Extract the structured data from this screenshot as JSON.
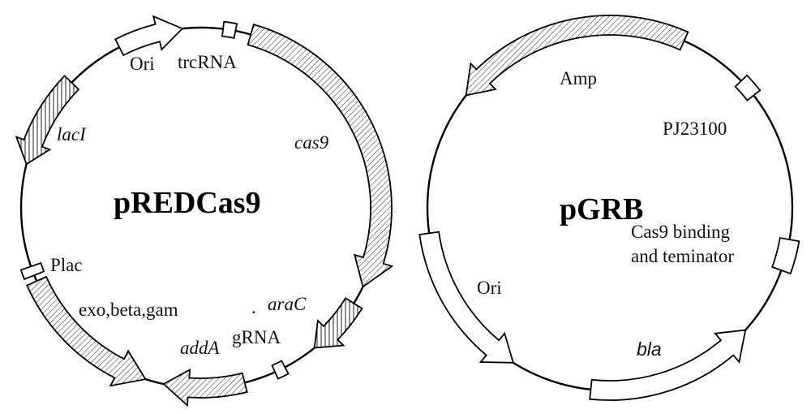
{
  "plasmids": [
    {
      "name": "pREDCas9",
      "labels": {
        "ori": "Ori",
        "trcrna": "trcRNA",
        "laci": "lacI",
        "cas9": "cas9",
        "plac": "Plac",
        "exo": "exo,beta,gam",
        "arac": "araC",
        "dot": ".",
        "grna": "gRNA",
        "adda": "addA"
      }
    },
    {
      "name": "pGRB",
      "labels": {
        "amp": "Amp",
        "pj": "PJ23100",
        "cas9bind1": "Cas9 binding",
        "cas9bind2": "and teminator",
        "ori": "Ori",
        "bla": "bla"
      }
    }
  ]
}
